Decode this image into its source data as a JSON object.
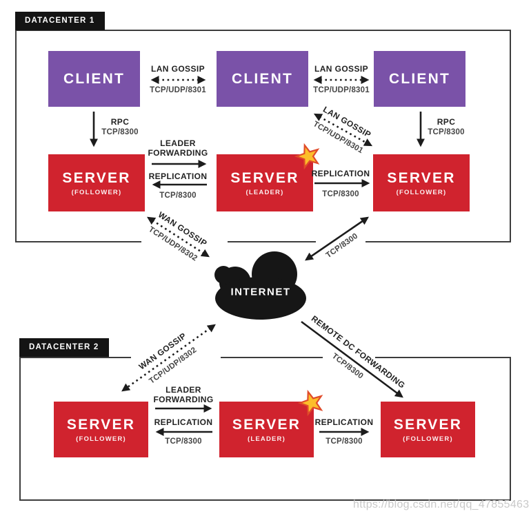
{
  "watermark": "https://blog.csdn.net/qq_47855463",
  "internet": "INTERNET",
  "dc1": {
    "label": "DATACENTER 1",
    "clients": [
      "CLIENT",
      "CLIENT",
      "CLIENT"
    ],
    "servers": [
      {
        "title": "SERVER",
        "role": "(FOLLOWER)"
      },
      {
        "title": "SERVER",
        "role": "(LEADER)"
      },
      {
        "title": "SERVER",
        "role": "(FOLLOWER)"
      }
    ]
  },
  "dc2": {
    "label": "DATACENTER 2",
    "servers": [
      {
        "title": "SERVER",
        "role": "(FOLLOWER)"
      },
      {
        "title": "SERVER",
        "role": "(LEADER)"
      },
      {
        "title": "SERVER",
        "role": "(FOLLOWER)"
      }
    ]
  },
  "edges": {
    "lan_gossip": {
      "name": "LAN GOSSIP",
      "port": "TCP/UDP/8301"
    },
    "rpc": {
      "name": "RPC",
      "port": "TCP/8300"
    },
    "leader_forwarding": {
      "name1": "LEADER",
      "name2": "FORWARDING"
    },
    "replication": {
      "name": "REPLICATION",
      "port": "TCP/8300"
    },
    "wan_gossip": {
      "name": "WAN GOSSIP",
      "port": "TCP/UDP/8302"
    },
    "tcp_8300": "TCP/8300",
    "remote_dc_forwarding": {
      "name": "REMOTE DC FORWARDING",
      "port": "TCP/8300"
    }
  },
  "colors": {
    "client": "#7a52a8",
    "server": "#d0232e",
    "tab": "#141414",
    "frame": "#3c3c3c",
    "arrow": "#1c1c1c",
    "cloud": "#161616",
    "star_fill": "#fcbe2a",
    "star_stroke": "#e04b2a",
    "watermark": "#c6c6c6"
  }
}
